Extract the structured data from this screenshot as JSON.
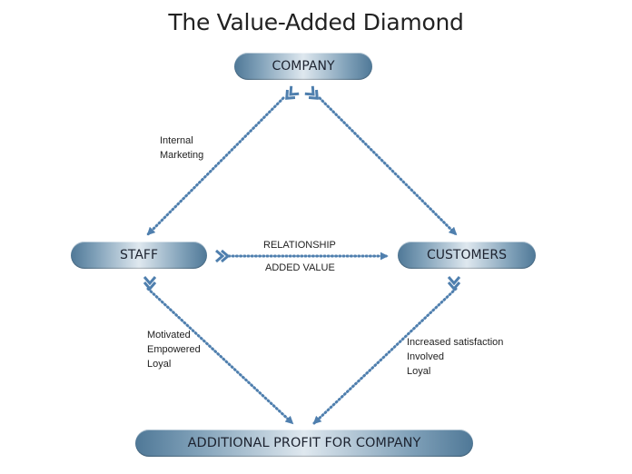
{
  "title": "The Value-Added Diamond",
  "nodes": {
    "company": "COMPANY",
    "staff": "STAFF",
    "customers": "CUSTOMERS",
    "profit": "ADDITIONAL PROFIT FOR COMPANY"
  },
  "labels": {
    "internal_marketing": [
      "Internal",
      "Marketing"
    ],
    "relationship_top": "RELATIONSHIP",
    "relationship_bottom": "ADDED VALUE",
    "staff_traits": [
      "Motivated",
      "Empowered",
      "Loyal"
    ],
    "customer_traits": [
      "Increased satisfaction",
      "Involved",
      "Loyal"
    ]
  },
  "colors": {
    "arrow": "#4f7fae",
    "node_dark": "#4f7897",
    "node_light": "#dfe8ef"
  }
}
